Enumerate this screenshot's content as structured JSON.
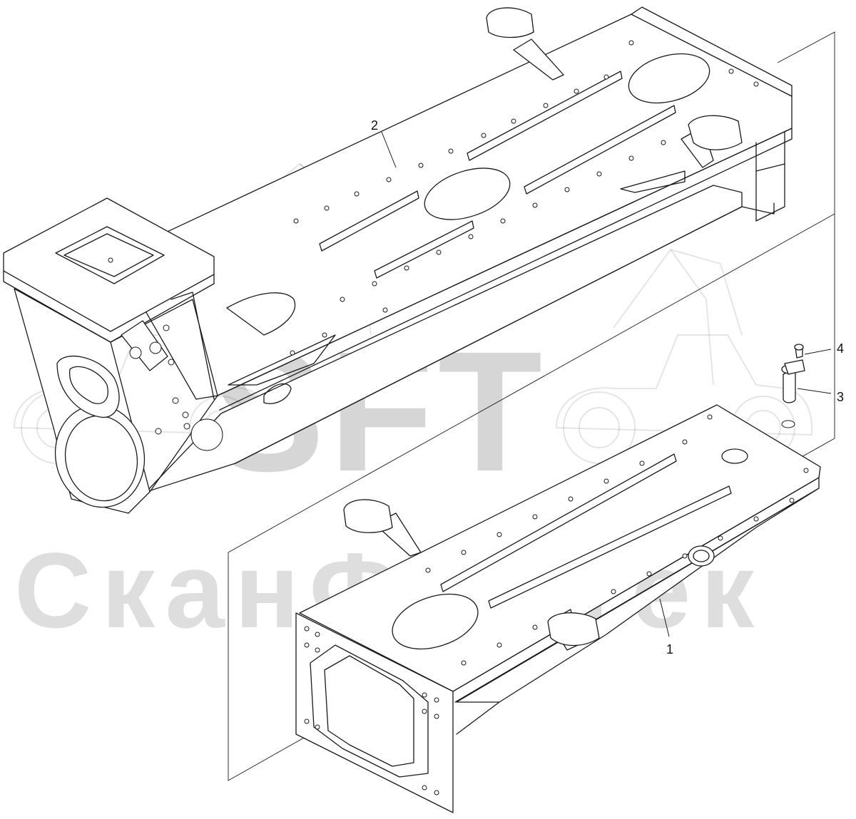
{
  "callouts": {
    "c1": "1",
    "c2": "2",
    "c3": "3",
    "c4": "4"
  },
  "watermark": {
    "logo": "SFT",
    "brand": "СканФорТек"
  },
  "colors": {
    "line": "#1a1a1a",
    "background": "#ffffff"
  }
}
